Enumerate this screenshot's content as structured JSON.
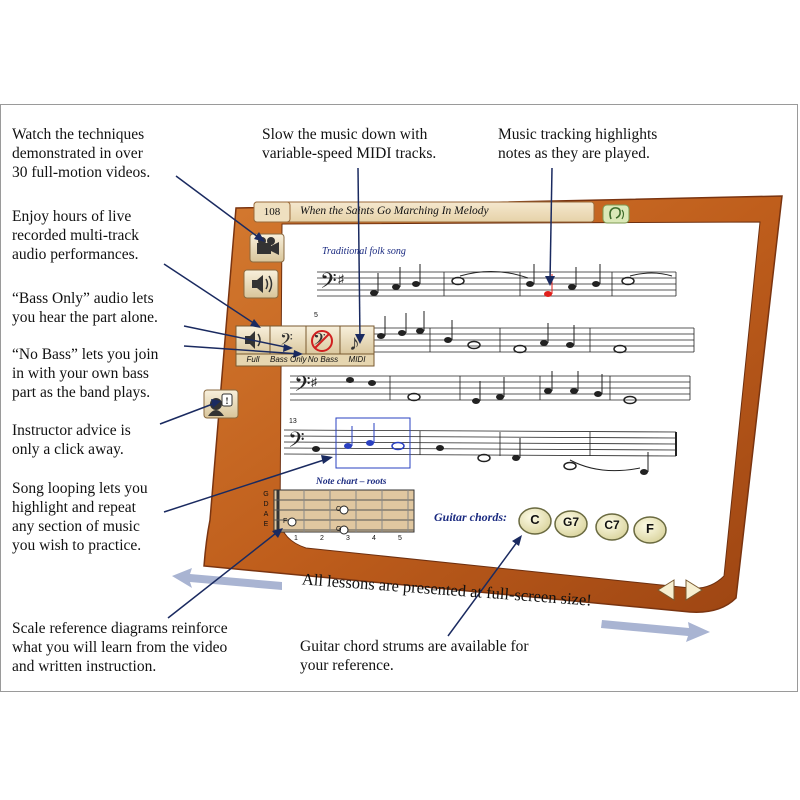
{
  "callouts": {
    "videos": "Watch the techniques\ndemonstrated in over\n30 full-motion videos.",
    "audio": "Enjoy hours of live\nrecorded multi-track\naudio performances.",
    "bass_only": "“Bass Only” audio lets\nyou hear the part alone.",
    "no_bass": "“No Bass” lets you join\nin with your own bass\npart as the band plays.",
    "instructor": "Instructor advice is\nonly a click away.",
    "looping": "Song looping lets you\nhighlight and repeat\nany section of music\nyou wish to practice.",
    "midi": "Slow the music down with\nvariable-speed MIDI tracks.",
    "tracking": "Music tracking highlights\nnotes as they are played.",
    "scale": "Scale reference diagrams reinforce\nwhat you will learn from the video\nand written instruction.",
    "chords": "Guitar chord strums are available for\nyour reference."
  },
  "banner": "All lessons are presented at full-screen size!",
  "app": {
    "track_number": "108",
    "track_title": "When the Saints Go Marching In Melody",
    "song_subtitle": "Traditional folk song",
    "audio_buttons": [
      "Full",
      "Bass Only",
      "No Bass",
      "MIDI"
    ],
    "measure_numbers": [
      "5",
      "13"
    ],
    "note_chart_title": "Note chart – roots",
    "string_names": [
      "G",
      "D",
      "A",
      "E"
    ],
    "fret_numbers": [
      "1",
      "2",
      "3",
      "4",
      "5"
    ],
    "note_labels": [
      "F",
      "C",
      "G"
    ],
    "chords_label": "Guitar chords:",
    "chords": [
      "C",
      "G7",
      "C7",
      "F"
    ]
  },
  "colors": {
    "wood": "#c86a24",
    "wood_dark": "#8e3e10",
    "highlight_note": "#e0201c",
    "loop_note": "#2a40c0",
    "arrow_navy": "#1a2a60",
    "banner_arrow": "#a9b4d2"
  },
  "icons": [
    "video-camera-icon",
    "speaker-icon",
    "instructor-icon",
    "ear-icon",
    "prev-arrow-icon",
    "next-arrow-icon"
  ]
}
